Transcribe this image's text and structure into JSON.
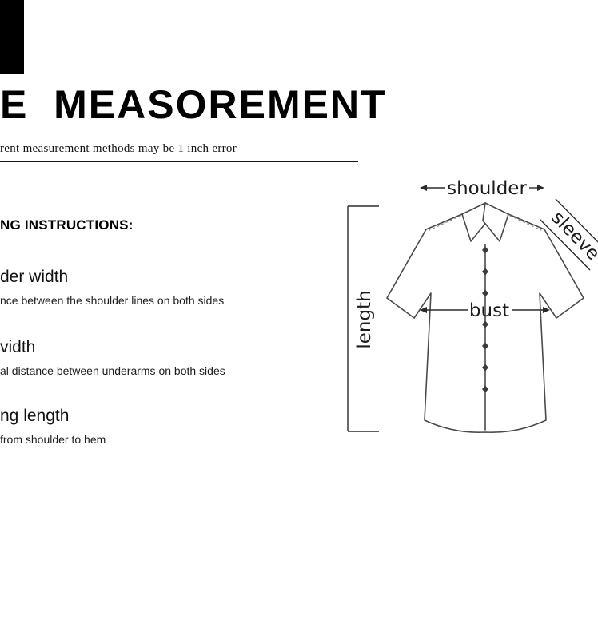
{
  "header": {
    "title": "E  MEASOREMENT",
    "subtitle": "rent measurement methods may be 1 inch error"
  },
  "instructions": {
    "heading": "NG INSTRUCTIONS:",
    "items": [
      {
        "title": "der width",
        "desc": "nce between the shoulder lines on both sides"
      },
      {
        "title": "vidth",
        "desc": "al distance between underarms on both sides"
      },
      {
        "title": "ng length",
        "desc": "from shoulder to hem"
      }
    ]
  },
  "diagram": {
    "labels": {
      "shoulder": "shoulder",
      "sleeve": "sleeve",
      "length": "length",
      "bust": "bust"
    }
  },
  "colors": {
    "ink": "#000000",
    "drawing_line": "#4a4a4a",
    "annotation_line": "#2b2b2b"
  }
}
